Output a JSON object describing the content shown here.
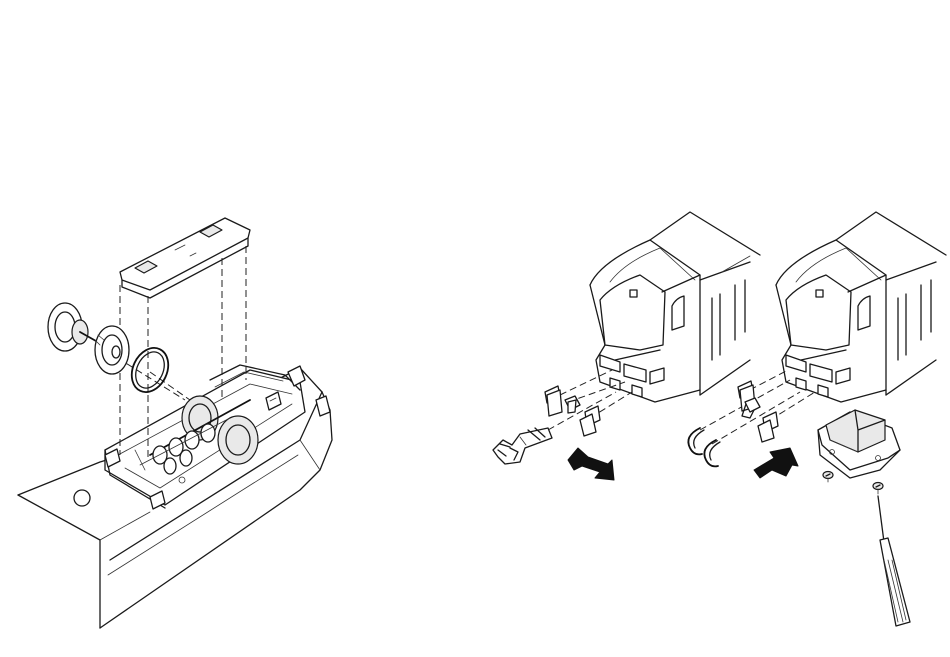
{
  "figure": {
    "panels": [
      {
        "id": "wheel-replacement",
        "parts": [
          "bogie-cover",
          "wheelset",
          "traction-tire",
          "locomotive-chassis"
        ]
      },
      {
        "id": "coupler-removal",
        "direction": "remove",
        "arrow_color": "#1a1a1a"
      },
      {
        "id": "coupler-installation",
        "direction": "install",
        "arrow_color": "#1a1a1a"
      }
    ],
    "icons": [
      "wheelset-icon",
      "traction-tire-icon",
      "coupler-icon",
      "arrow-out-icon",
      "arrow-in-icon",
      "decoder-module-icon",
      "screw-icon",
      "screwdriver-icon"
    ]
  }
}
